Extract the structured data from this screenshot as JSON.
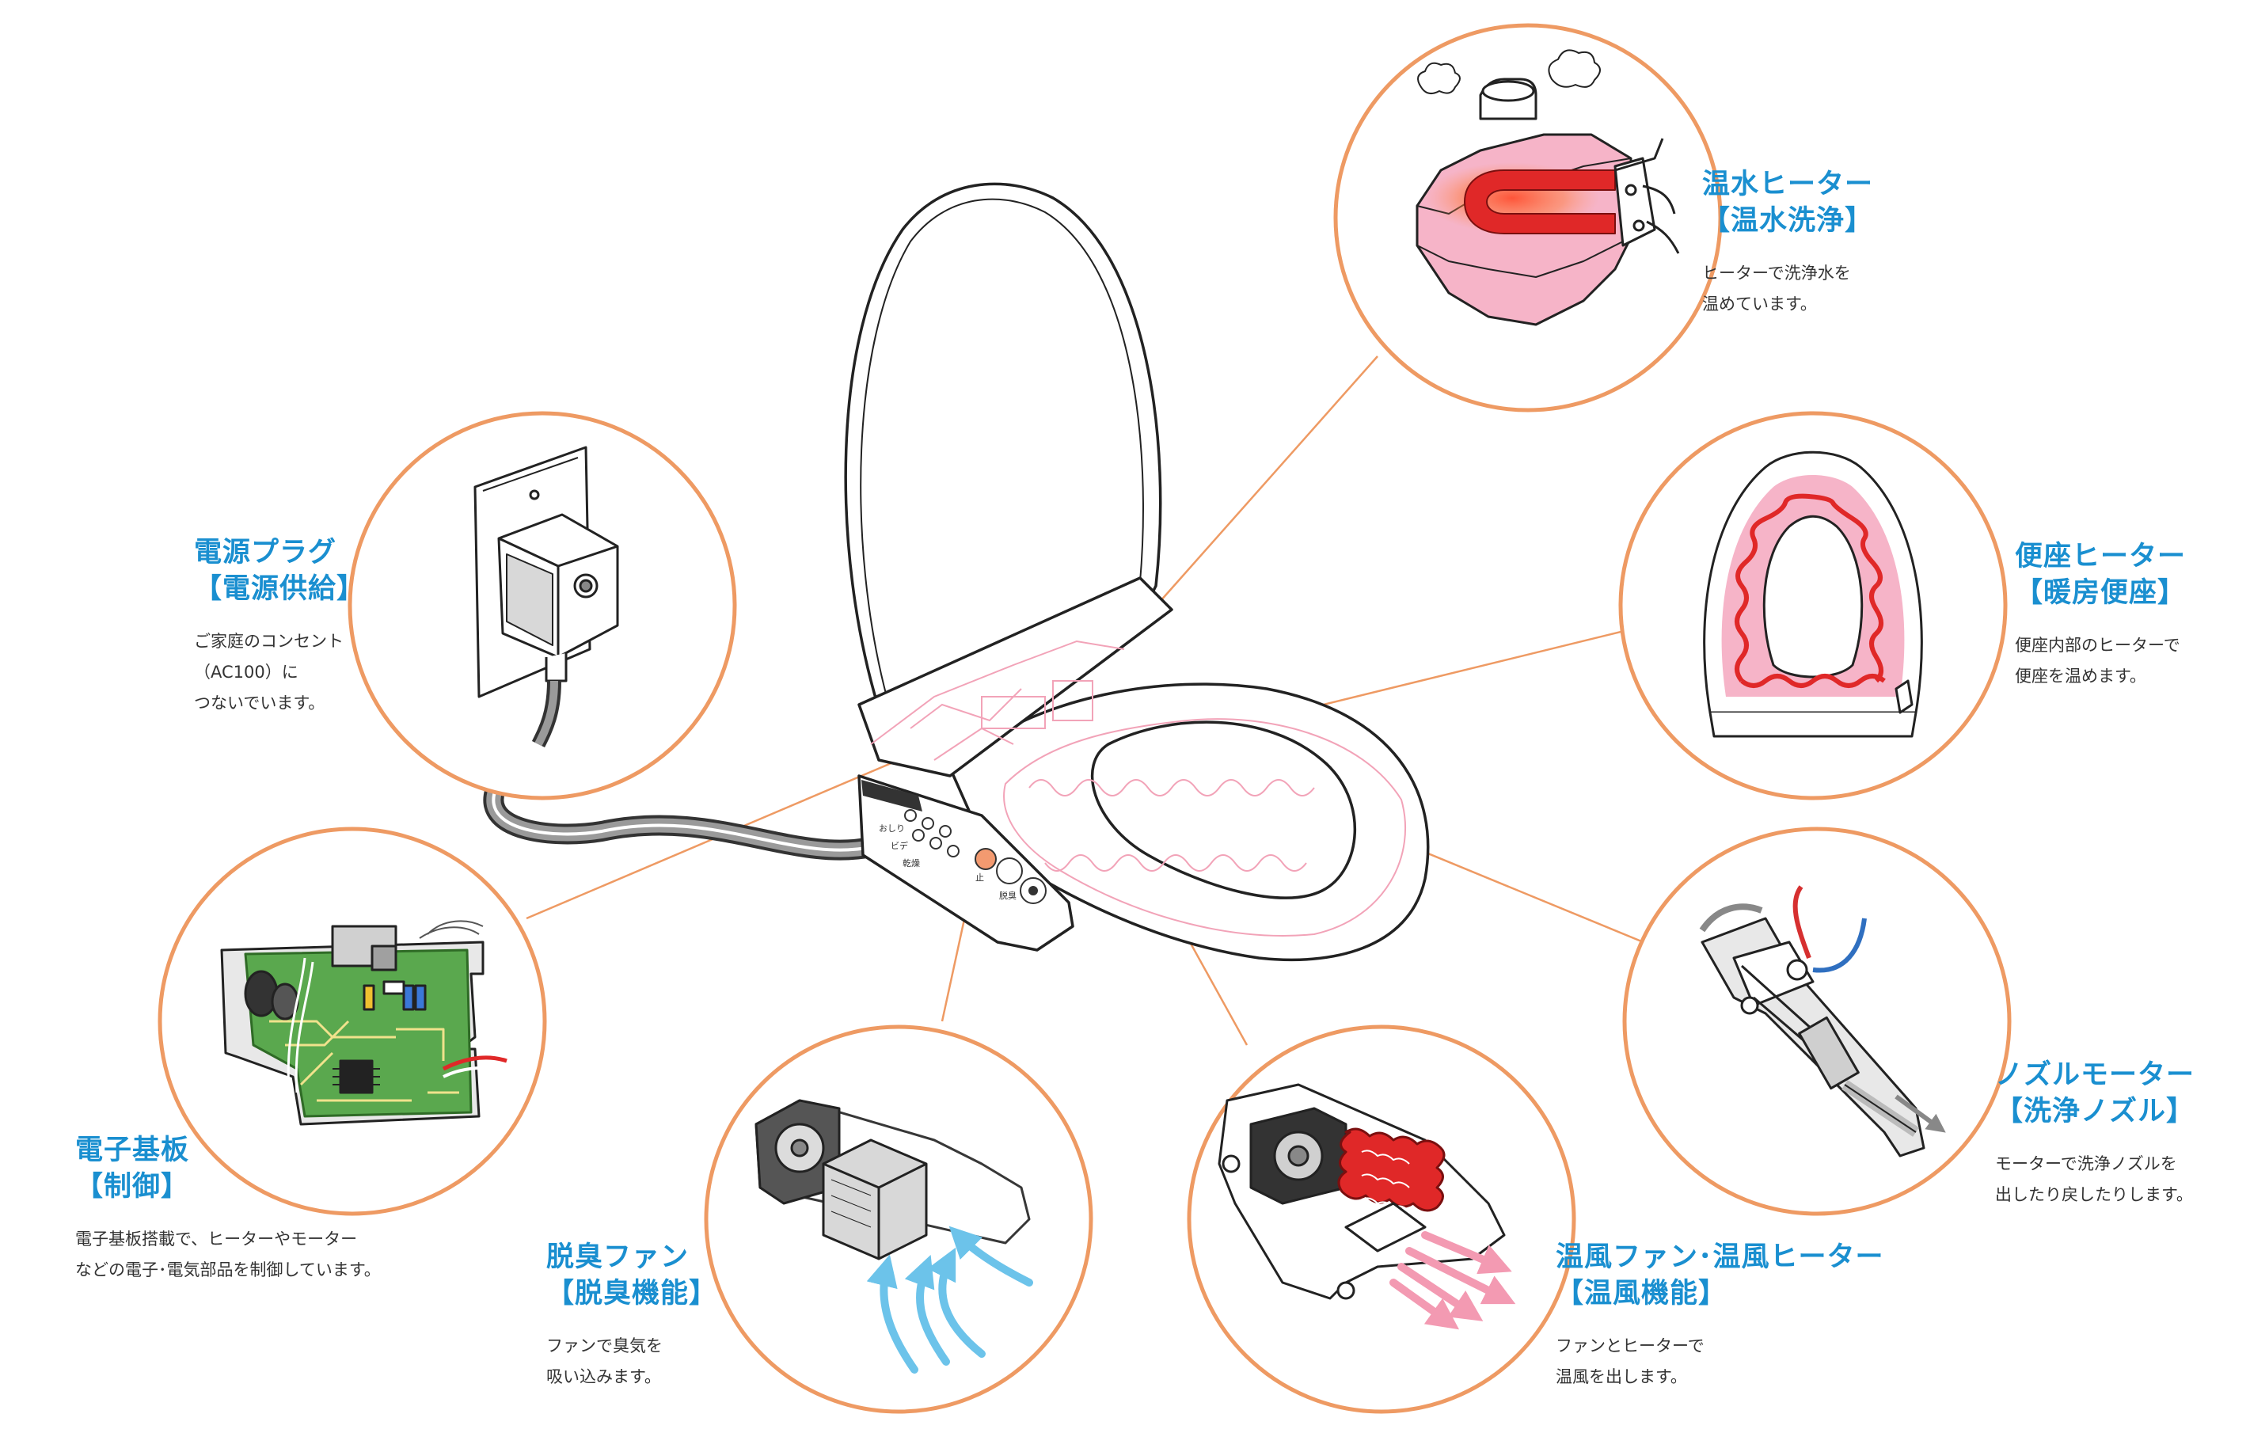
{
  "colors": {
    "accent_title": "#1a8fd0",
    "circle_stroke": "#ee9a63",
    "heat_pink": "#f6b4c8",
    "heater_red": "#e02828",
    "airflow_blue": "#6cc3ea",
    "airflow_pink": "#f39ab2"
  },
  "toilet_panel": {
    "buttons": [
      "止",
      "おしり",
      "ビデ",
      "乾燥",
      "脱臭"
    ]
  },
  "components": [
    {
      "id": "water-heater",
      "icon": "water-tank-heater-icon",
      "title_line1": "温水ヒーター",
      "title_line2": "【温水洗浄】",
      "description": [
        "ヒーターで洗浄水を",
        "温めています。"
      ]
    },
    {
      "id": "seat-heater",
      "icon": "seat-heater-icon",
      "title_line1": "便座ヒーター",
      "title_line2": "【暖房便座】",
      "description": [
        "便座内部のヒーターで",
        "便座を温めます。"
      ]
    },
    {
      "id": "power-plug",
      "icon": "power-plug-icon",
      "title_line1": "電源プラグ",
      "title_line2": "【電源供給】",
      "description": [
        "ご家庭のコンセント",
        "（AC100）に",
        "つないでいます。"
      ]
    },
    {
      "id": "circuit-board",
      "icon": "circuit-board-icon",
      "title_line1": "電子基板",
      "title_line2": "【制御】",
      "description": [
        "電子基板搭載で、ヒーターやモーター",
        "などの電子･電気部品を制御しています。"
      ]
    },
    {
      "id": "deodorizer-fan",
      "icon": "deodorizer-fan-icon",
      "title_line1": "脱臭ファン",
      "title_line2": "【脱臭機能】",
      "description": [
        "ファンで臭気を",
        "吸い込みます。"
      ]
    },
    {
      "id": "warm-air",
      "icon": "warm-air-fan-heater-icon",
      "title_line1": "温風ファン･温風ヒーター",
      "title_line2": "【温風機能】",
      "description": [
        "ファンとヒーターで",
        "温風を出します。"
      ]
    },
    {
      "id": "nozzle-motor",
      "icon": "nozzle-motor-icon",
      "title_line1": "ノズルモーター",
      "title_line2": "【洗浄ノズル】",
      "description": [
        "モーターで洗浄ノズルを",
        "出したり戻したりします。"
      ]
    }
  ]
}
